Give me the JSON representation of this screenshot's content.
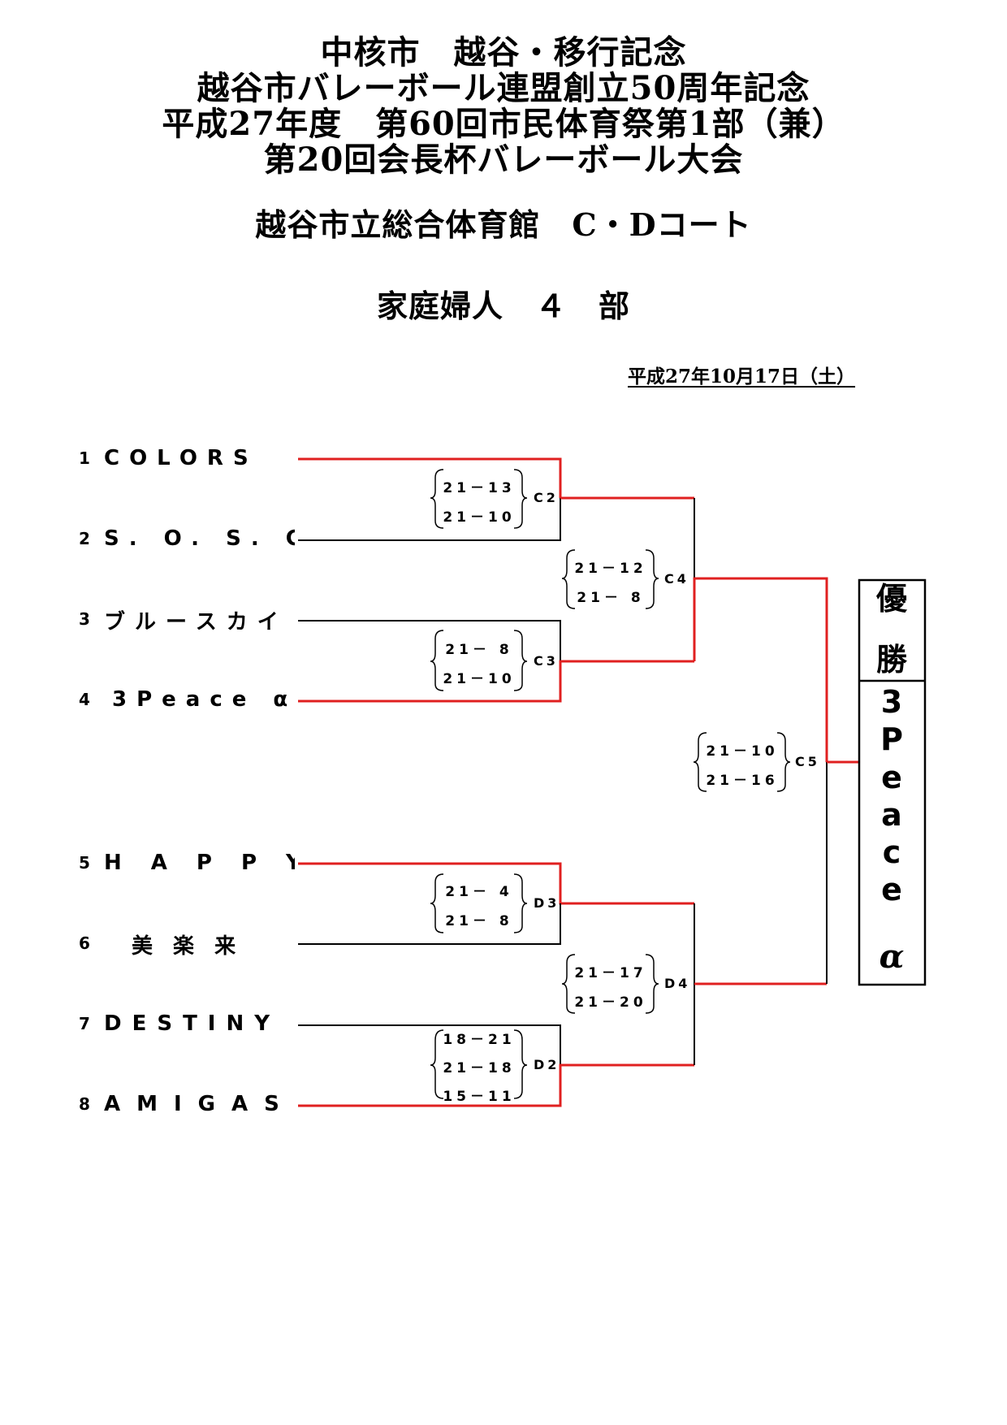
{
  "header": {
    "lines": [
      "中核市　越谷・移行記念",
      "越谷市バレーボール連盟創立50周年記念",
      "平成27年度　第60回市民体育祭第1部（兼）",
      "第20回会長杯バレーボール大会"
    ],
    "venue": "越谷市立総合体育館　C・Dコート",
    "division": "家庭婦人　４　部",
    "date": "平成27年10月17日（土）"
  },
  "teams": [
    {
      "num": "1",
      "name": "COLORS"
    },
    {
      "num": "2",
      "name": "S. O. S. C"
    },
    {
      "num": "3",
      "name": "ブルースカイ"
    },
    {
      "num": "4",
      "name": "3Peace α"
    },
    {
      "num": "5",
      "name": "HAPPY"
    },
    {
      "num": "6",
      "name": "美 楽 来"
    },
    {
      "num": "7",
      "name": "DESTINY"
    },
    {
      "num": "8",
      "name": "AMIGAS"
    }
  ],
  "matches": [
    {
      "label": "C2",
      "scores": [
        "21－13",
        "21－10"
      ]
    },
    {
      "label": "C3",
      "scores": [
        "21－ 8",
        "21－10"
      ]
    },
    {
      "label": "C4",
      "scores": [
        "21－12",
        "21－ 8"
      ]
    },
    {
      "label": "D3",
      "scores": [
        "21－ 4",
        "21－ 8"
      ]
    },
    {
      "label": "D2",
      "scores": [
        "18－21",
        "21－18",
        "15－11"
      ]
    },
    {
      "label": "D4",
      "scores": [
        "21－17",
        "21－20"
      ]
    },
    {
      "label": "C5",
      "scores": [
        "21－10",
        "21－16"
      ]
    }
  ],
  "champion": {
    "label_chars": [
      "優",
      "勝"
    ],
    "name_chars": [
      "3",
      "P",
      "e",
      "a",
      "c",
      "e",
      "α"
    ]
  },
  "colors": {
    "win": "#e02020",
    "line": "#000000"
  }
}
